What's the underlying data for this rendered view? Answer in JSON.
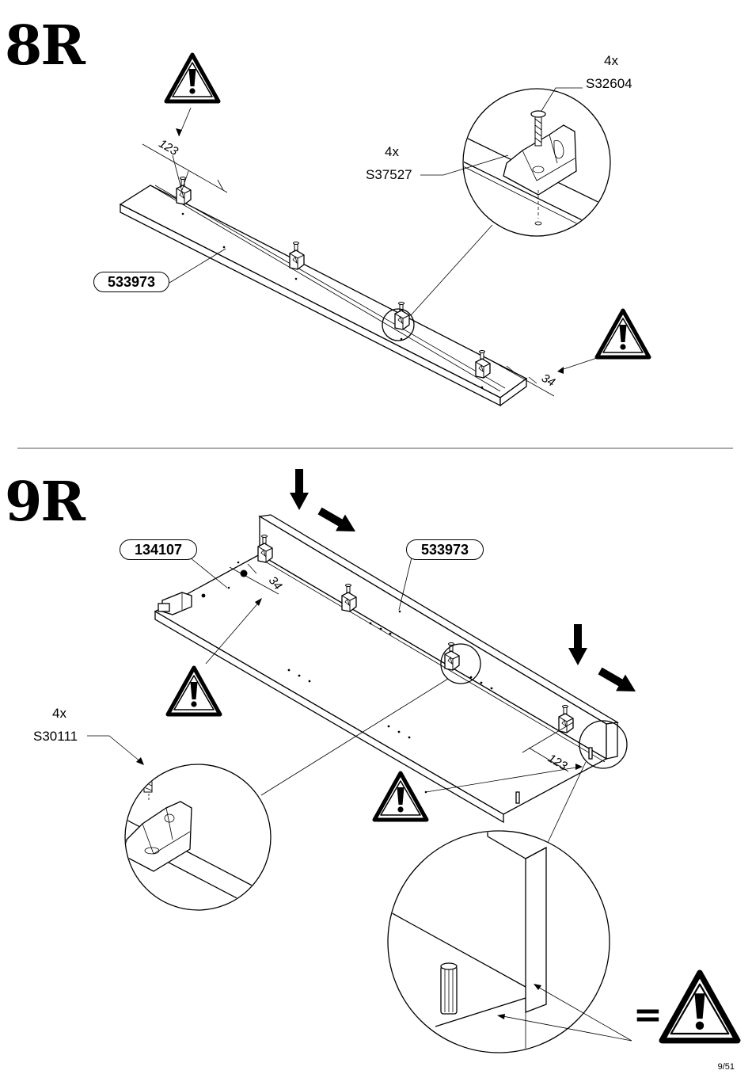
{
  "step8": {
    "number": "8R",
    "part_id": "533973",
    "screw_qty": "4x",
    "screw_code": "S32604",
    "bracket_qty": "4x",
    "bracket_code": "S37527",
    "dim_left": "123",
    "dim_right": "34"
  },
  "step9": {
    "number": "9R",
    "part_id_left": "134107",
    "part_id_right": "533973",
    "screw_qty": "4x",
    "screw_code": "S30111",
    "dim_left": "34",
    "dim_right": "123",
    "equals_symbol": "="
  },
  "icons": [
    "warning-icon",
    "arrow-down-icon",
    "arrow-diagonal-icon"
  ],
  "page_number": "9/51"
}
